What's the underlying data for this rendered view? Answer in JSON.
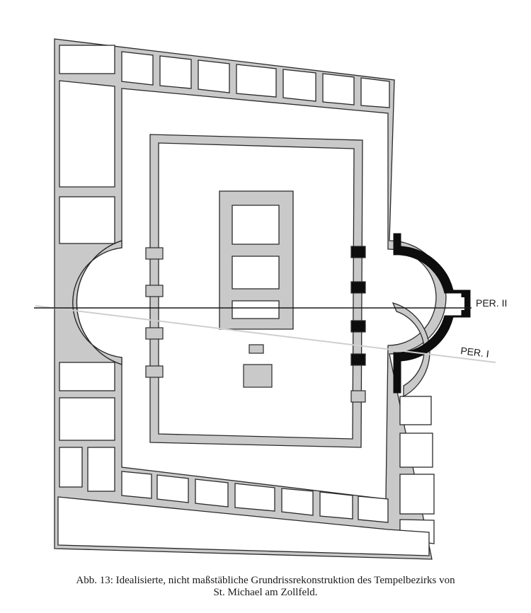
{
  "figure": {
    "labels": {
      "per_ii": "PER. II",
      "per_i": "PER. I"
    },
    "caption": {
      "line1": "Abb. 13: Idealisierte, nicht maßstäbliche Grundrissrekonstruktion des Tempelbezirks von",
      "line2": "St. Michael am Zollfeld."
    },
    "colors": {
      "wall": "#c9c9c9",
      "outline": "#2a2a2a",
      "period_ii_wall": "#0d0d0d",
      "background": "#ffffff",
      "period_i_axis": "#cfcfcf"
    }
  }
}
